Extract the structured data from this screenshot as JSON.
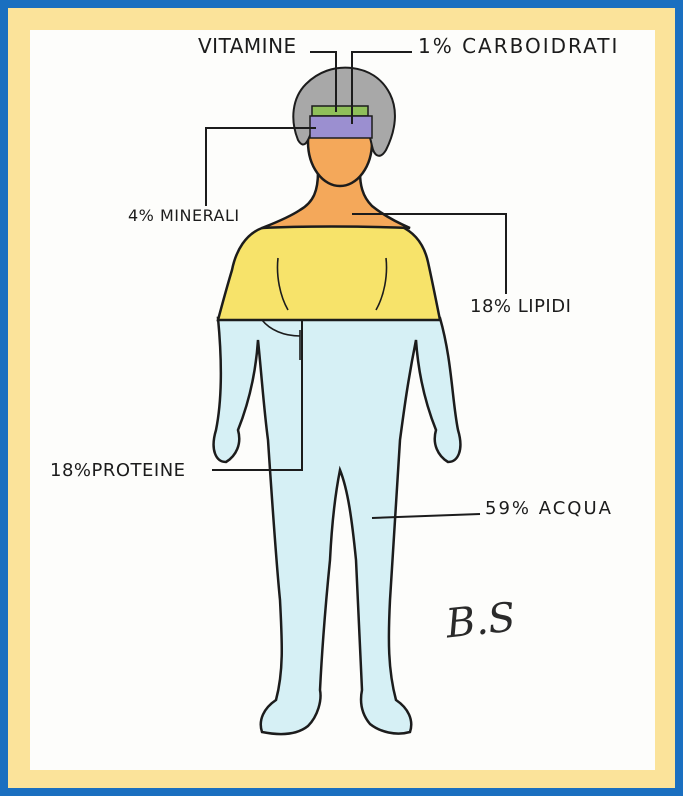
{
  "labels": {
    "vitamine": "VITAMINE",
    "carboidrati": "1% CARBOIDRATI",
    "minerali": "4% MINERALI",
    "lipidi": "18% LIPIDI",
    "proteine": "18%PROTEINE",
    "acqua": "59% ACQUA"
  },
  "signature": "B.S",
  "chart_data": {
    "type": "pie",
    "categories": [
      "VITAMINE",
      "CARBOIDRATI",
      "MINERALI",
      "LIPIDI",
      "PROTEINE",
      "ACQUA"
    ],
    "values": [
      null,
      1,
      4,
      18,
      18,
      59
    ],
    "unit": "%"
  },
  "colors": {
    "frame_border": "#1a6fc0",
    "frame_fill": "#fbe39a",
    "paper": "#fdfdfb",
    "hair": "#a8a8a8",
    "vitamine_band": "#8fbf5a",
    "carboidrati_band": "#9b8fd0",
    "minerali_skin": "#f4a85a",
    "lipidi_torso": "#f7e36a",
    "acqua_body": "#d6f0f5",
    "outline": "#1c1c1c"
  }
}
